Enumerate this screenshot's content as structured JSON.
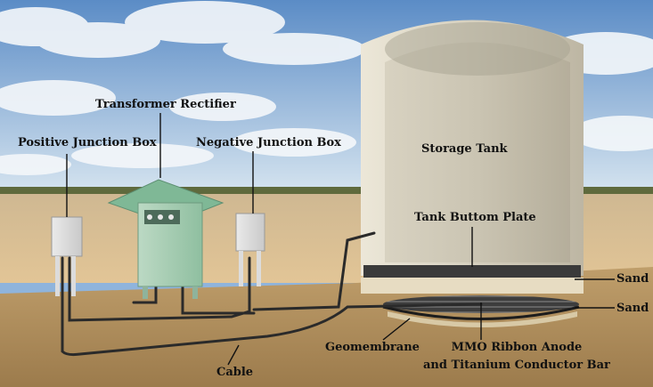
{
  "labels": {
    "transformer_rectifier": "Transformer Rectifier",
    "positive_junction_box": "Positive Junction Box",
    "negative_junction_box": "Negative Junction Box",
    "storage_tank": "Storage Tank",
    "tank_bottom_plate": "Tank Buttom Plate",
    "sand_upper": "Sand",
    "sand_lower": "Sand",
    "geomembrane": "Geomembrane",
    "anode_line1": "MMO Ribbon Anode",
    "anode_line2": "and Titanium Conductor Bar",
    "cable": "Cable"
  },
  "colors": {
    "sky_top": "#5f8fc8",
    "sky_bottom": "#cfe0ef",
    "field": "#d7b98a",
    "soil": "#b0905e",
    "tank_wall": "#d9d4c4",
    "tank_inner": "#c9c3b2",
    "rectifier_green": "#a9cdb4",
    "cable": "#2a2a2a"
  }
}
